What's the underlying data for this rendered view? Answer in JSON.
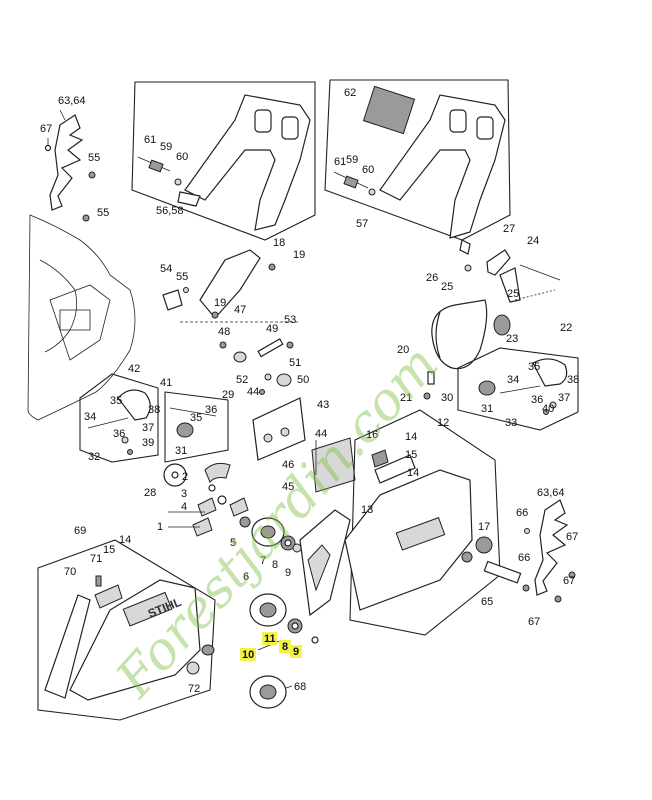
{
  "diagram": {
    "brand_mark": "STIHL",
    "highlighted_labels": [
      "11",
      "10",
      "8",
      "9"
    ],
    "highlight_color": "#f2f24a",
    "watermark": {
      "text": "Forestjardin.com",
      "color": "#7fc242",
      "text_color2": "#b6a898"
    }
  },
  "labels": {
    "l_6364_a": "63,64",
    "l_67_a": "67",
    "l_55_a": "55",
    "l_55_b": "55",
    "l_61_a": "61",
    "l_59_a": "59",
    "l_60_a": "60",
    "l_5658": "56,58",
    "l_62": "62",
    "l_61_b": "61",
    "l_59_b": "59",
    "l_60_b": "60",
    "l_57": "57",
    "l_27": "27",
    "l_24": "24",
    "l_26": "26",
    "l_25_a": "25",
    "l_25_b": "25",
    "l_22": "22",
    "l_23": "23",
    "l_20": "20",
    "l_21": "21",
    "l_18": "18",
    "l_19_a": "19",
    "l_54": "54",
    "l_55_c": "55",
    "l_19_b": "19",
    "l_47": "47",
    "l_48": "48",
    "l_49": "49",
    "l_53": "53",
    "l_52": "52",
    "l_51": "51",
    "l_50": "50",
    "l_44": "44",
    "l_42": "42",
    "l_41": "41",
    "l_29": "29",
    "l_34_a": "34",
    "l_35_a": "35",
    "l_38_a": "38",
    "l_36_a": "36",
    "l_37_a": "37",
    "l_39": "39",
    "l_32": "32",
    "l_35_b": "35",
    "l_36_b": "36",
    "l_31_a": "31",
    "l_28": "28",
    "l_43": "43",
    "l_44_b": "44",
    "l_46": "46",
    "l_45": "45",
    "l_12": "12",
    "l_16": "16",
    "l_14_a": "14",
    "l_15_a": "15",
    "l_14_b": "14",
    "l_13": "13",
    "l_17": "17",
    "l_30": "30",
    "l_34_b": "34",
    "l_35_c": "35",
    "l_38_b": "38",
    "l_31_b": "31",
    "l_36_c": "36",
    "l_37_b": "37",
    "l_40": "40",
    "l_33": "33",
    "l_6364_b": "63,64",
    "l_66_a": "66",
    "l_66_b": "66",
    "l_67_b": "67",
    "l_67_c": "67",
    "l_65": "65",
    "l_67_d": "67",
    "l_2": "2",
    "l_4": "4",
    "l_3": "3",
    "l_1": "1",
    "l_5": "5",
    "l_6": "6",
    "l_7": "7",
    "l_8_a": "8",
    "l_9_a": "9",
    "l_11": "11",
    "l_10": "10",
    "l_8_b": "8",
    "l_9_b": "9",
    "l_69": "69",
    "l_71": "71",
    "l_15_b": "15",
    "l_14_c": "14",
    "l_70": "70",
    "l_72": "72",
    "l_68": "68"
  }
}
